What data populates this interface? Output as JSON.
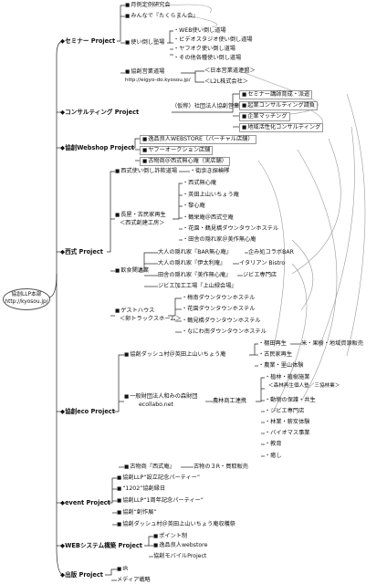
{
  "root": {
    "line1": "協創LLP本部",
    "line2": "http://kyosou.jp/"
  },
  "seminar": {
    "title": "◆セミナー Project",
    "items": [
      "月例定例研究会",
      "みんなで『たくらまん会』",
      "使い倒し塾場",
      "協創営業道場"
    ],
    "tsukai": [
      "・WEB使い倒し道場",
      "・ビデオスタジオ使い倒し道場",
      "・ヤフオク使い倒し道場",
      "・その他各種使い倒し道場"
    ],
    "eigyo_url": "http://eigyo-do.kyosou.jp/",
    "eigyo_links": [
      "＜日本営業道連盟＞",
      "＜L2L株式会社＞"
    ]
  },
  "consulting": {
    "title": "◆コンサルティング Project",
    "org": "（仮称）社団法人協創営業道場",
    "items": [
      "セミナー講師育成・派遣",
      "起業コンサルティング請負",
      "企業マッチング",
      "地域活性化コンサルティング"
    ]
  },
  "webshop": {
    "title": "◆協創Webshop Project",
    "items": [
      "逸品良人WEBSTORE（バーチャル店舗）",
      "ヤフーオークション店舗",
      "古物商＠西式無心庵（実店舗）"
    ]
  },
  "nishishiki": {
    "title": "◆西式 Project",
    "a_label": "西式使い倒し詐欺道場",
    "a_sub": "・街歩き探検隊",
    "b_label1": "長屋・古民家再生",
    "b_label2": "＜西式創建工房＞",
    "b_items": [
      "・西式無心庵",
      "・英田上山いちょう庵",
      "・黎心庵",
      "・鶴栄庵＠西式空庵",
      "・花園・鶴見橋ダウンタウンホステル",
      "・田舎の隠れ家＠美作無心庵"
    ],
    "c_label": "飲食関連業",
    "c_rows": [
      [
        "大人の隠れ家『BAR無心庵』",
        "企み処コラボBAR"
      ],
      [
        "大人の隠れ家『伊太利庵』",
        "イタリアン Bistro"
      ],
      [
        "田舎の隠れ家『美作無心庵』",
        "ジビエ専門店"
      ],
      [
        "ジビエ加工工場『上山緑会場』",
        ""
      ]
    ],
    "d_label1": "ゲストハウス",
    "d_label2": "＜卵トラックスホーム＞",
    "d_items": [
      "・梅南ダウンタウンホステル",
      "・花園ダウンタウンホステル",
      "・鶴見橋ダウンタウンホステル",
      "・なにわ南ダウンタウンホステル"
    ]
  },
  "eco": {
    "title": "◆協創eco Project",
    "a_label": "協創ダッシュ村＠英田上山いちょう庵",
    "a_items": [
      "・棚田再生",
      "・古民家再生",
      "・農業・里山体験"
    ],
    "a_side": "米・果樹・地域資源販売",
    "b_label1": "一般財団法人和みの森財団",
    "b_label2": "ecollabo.net",
    "b_mid": "農林商工連携",
    "b_items": [
      "・植林・植樹施業",
      "＜森林再生個人塾／三協林業＞",
      "・動物の保護・共生",
      "・ジビエ専門店",
      "・林業・薪炭体験",
      "・バイオマス事業",
      "・教育",
      "・癒し"
    ],
    "c_label": "古物商『西式庵』",
    "c_side": "古物の３R・買取販売"
  },
  "event": {
    "title": "◆event Project",
    "items": [
      "協創LLP“設立記念パーティー”",
      "“1202”協創縁日",
      "協創LLP“1周年記念パーティー”",
      "協創“創作展”",
      "協創ダッシュ村＠英田上山いちょう庵収穫祭"
    ]
  },
  "websystem": {
    "title": "◆WEBシステム構築 Project",
    "items": [
      "ポイント制",
      "逸品良人webstore",
      "協創モバイルProject"
    ]
  },
  "publishing": {
    "title": "◆出版 Project",
    "items": [
      "IR",
      "メディア戦略"
    ]
  }
}
